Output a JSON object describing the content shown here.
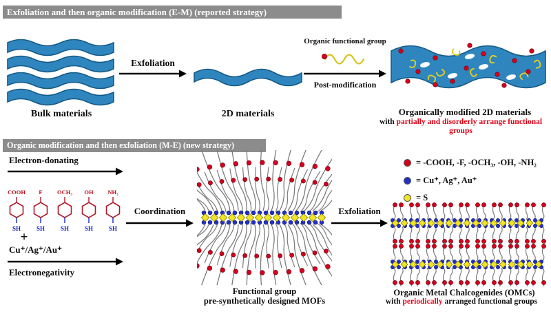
{
  "top": {
    "header": "Exfoliation and then organic modification (E-M) (reported strategy)",
    "bulk_label": "Bulk materials",
    "exfoliation_arrow_label": "Exfoliation",
    "sheet2d_label": "2D materials",
    "organic_group_label": "Organic functional group",
    "post_modification_label": "Post-modification",
    "modified_title": "Organically modified 2D materials",
    "modified_sub_prefix": "with ",
    "modified_sub_red": "partially and disorderly",
    "modified_sub_suffix": " arrange functional groups"
  },
  "bottom": {
    "header": "Organic modification and then exfoliation (M-E) (new strategy)",
    "electron_donating_label": "Electron-donating",
    "plus_sign": "+",
    "metals_label": "Cu⁺/Ag⁺/Au⁺",
    "electronegativity_label": "Electronegativity",
    "coordination_arrow_label": "Coordination",
    "exfoliation_arrow_label": "Exfoliation",
    "molecules": [
      {
        "top": "COOH",
        "bottom": "SH"
      },
      {
        "top": "F",
        "bottom": "SH"
      },
      {
        "top": "OCH₃",
        "bottom": "SH"
      },
      {
        "top": "OH",
        "bottom": "SH"
      },
      {
        "top": "NH₂",
        "bottom": "SH"
      }
    ],
    "mof_title": "Functional group",
    "mof_subtitle": "pre-synthetically designed MOFs",
    "legend": [
      {
        "symbol": "red-dot",
        "symbol_color": "#d6001c",
        "label": "= -COOH, -F, -OCH₃, -OH, -NH₂"
      },
      {
        "symbol": "blue-dot",
        "symbol_color": "#2330c8",
        "label": "= Cu⁺, Ag⁺, Au⁺"
      },
      {
        "symbol": "yellow-dot",
        "symbol_color": "#f0e428",
        "label": "= S"
      }
    ],
    "omc_title": "Organic Metal Chalcogenides (OMCs)",
    "omc_sub_prefix": "with ",
    "omc_sub_red": "periodically",
    "omc_sub_suffix": " arranged functional groups"
  },
  "colors": {
    "sheet_blue": "#2f86bf",
    "sheet_edge": "#155a86",
    "accent_red": "#d6001c",
    "metal_blue": "#2330c8",
    "sulfur_yellow": "#f0e428",
    "linker_gray": "#7b7b7b",
    "header_gray": "#8c8c8c"
  }
}
